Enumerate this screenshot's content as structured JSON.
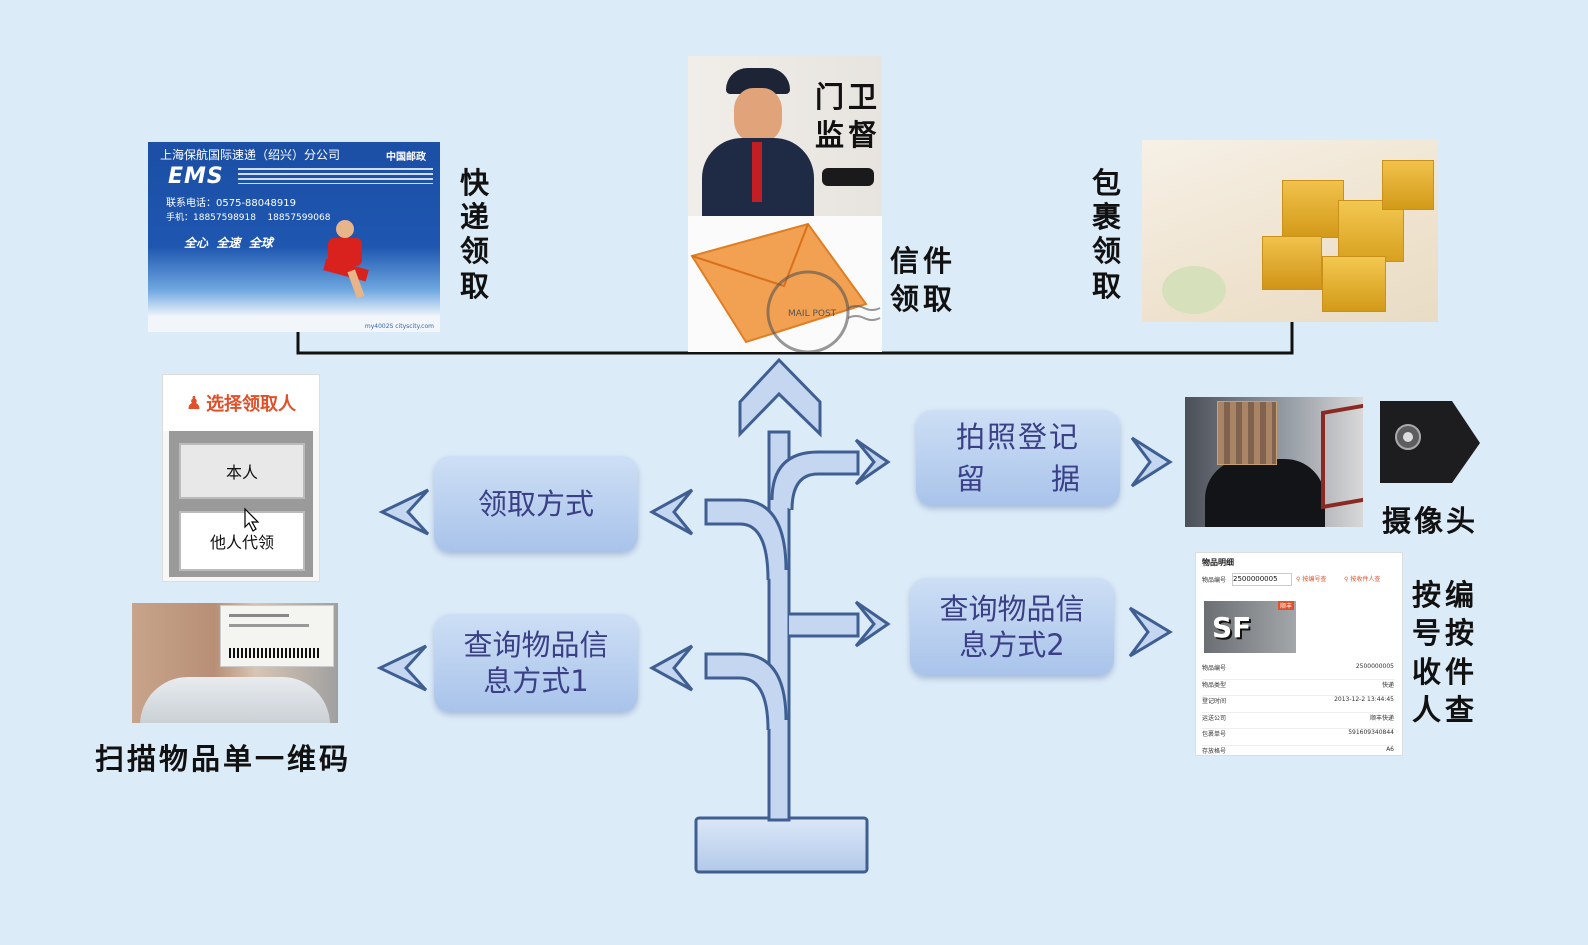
{
  "express_card": {
    "company": "上海保航国际速递（绍兴）分公司",
    "post_logo": "中国邮政",
    "ems_logo": "EMS",
    "phone_line": "联系电话：0575-88048919",
    "mobile_line": "手机：18857598918    18857599068",
    "slogan": "全心  全速  全球",
    "footer": "my4002S cityscity.com"
  },
  "labels": {
    "express": "快递领取",
    "guard": [
      "门卫",
      "监督"
    ],
    "letter": [
      "信件",
      "领取"
    ],
    "parcel": "包裹领取",
    "camera": "摄像头",
    "scan": "扫描物品单一维码",
    "query_by": "按编号按收件人查"
  },
  "letter_stamp": "MAIL POST",
  "boxes": {
    "pickup_method": "领取方式",
    "query1_line1": "查询物品信",
    "query1_line2": "息方式1",
    "photo_line1": "拍照登记",
    "photo_line2a": "留",
    "photo_line2b": "据",
    "query2_line1": "查询物品信",
    "query2_line2": "息方式2"
  },
  "recipient_panel": {
    "title": "选择领取人",
    "self": "本人",
    "proxy": "他人代领"
  },
  "item_panel": {
    "title": "物品明细",
    "search_label": "物品编号",
    "search_value": "2500000005",
    "btn_by_number": "按编号查",
    "btn_by_recipient": "按收件人查",
    "badge": "顺丰",
    "logo_text": "SF",
    "rows": [
      {
        "label": "物品编号",
        "value": "2500000005"
      },
      {
        "label": "物品类型",
        "value": "快递"
      },
      {
        "label": "登记时间",
        "value": "2013-12-2 13:44:45"
      },
      {
        "label": "运送公司",
        "value": "顺丰快递"
      },
      {
        "label": "包裹单号",
        "value": "591609340844"
      },
      {
        "label": "存放格号",
        "value": "A6"
      }
    ]
  },
  "colors": {
    "background": "#dcebf8",
    "arrow_fill": "#c4d6f0",
    "arrow_stroke": "#3f5f92",
    "box_text": "#3a3f86",
    "ems_blue": "#1e4ea3",
    "panel_red": "#e0502a"
  }
}
